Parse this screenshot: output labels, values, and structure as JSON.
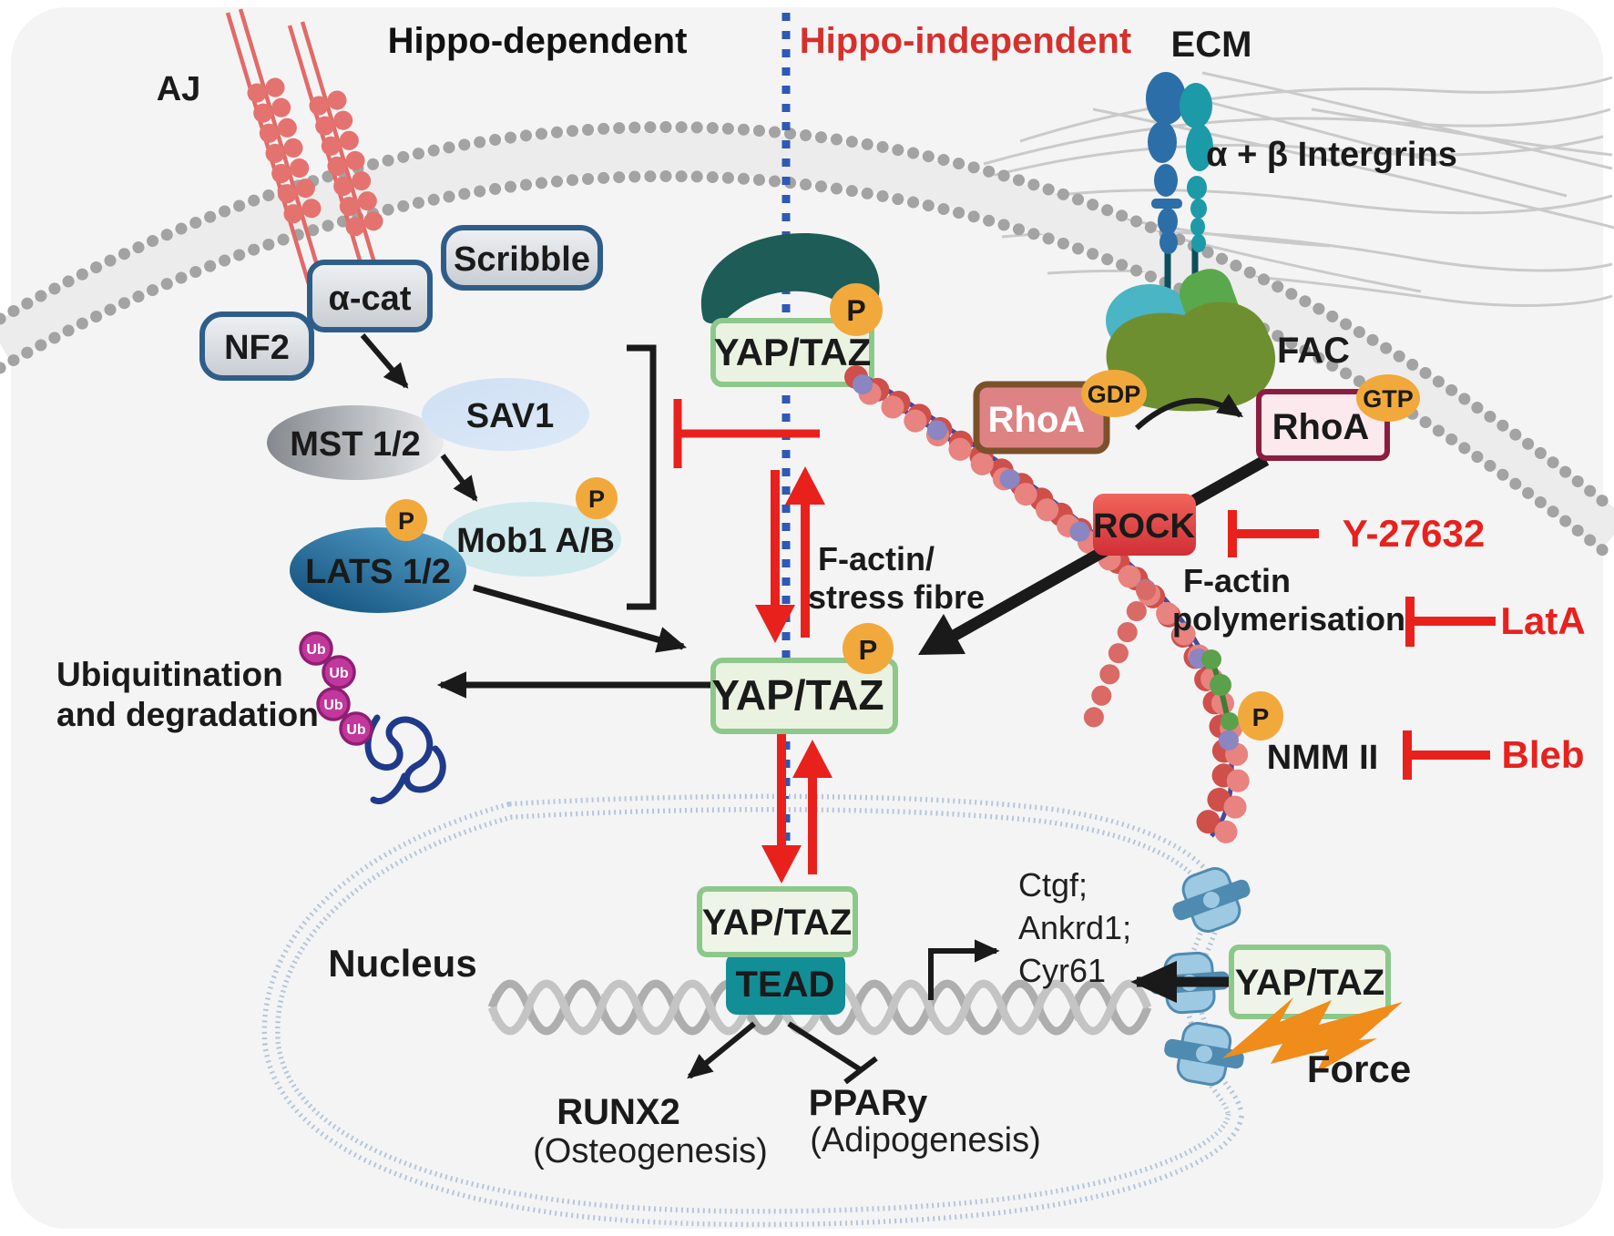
{
  "colors": {
    "background_panel": "#f4f4f5",
    "inhibitor_red": "#e8211d",
    "header_red": "#d6302c",
    "badge_orange": "#f2a93b",
    "yap_box_fill": "#eaf2e2",
    "yap_box_border": "#8dc88b",
    "teal_blob": "#1d5c57",
    "tead_fill": "#128e96",
    "divider_blue": "#2e59b5",
    "ub_magenta": "#c2379b",
    "rock_red": "#d93138",
    "rhoa_gdp_fill": "#dd8383",
    "rhoa_gtp_fill": "#fbe9ee",
    "fac_green": "#6e8f2f",
    "force_orange": "#ef8c1a"
  },
  "header": {
    "left": "Hippo-dependent",
    "right": "Hippo-independent"
  },
  "extracellular": {
    "ecm": "ECM",
    "integrins": "α + β Intergrins",
    "fac": "FAC",
    "aj": "AJ"
  },
  "badges": {
    "p": "P",
    "gdp": "GDP",
    "gtp": "GTP",
    "ub": "Ub"
  },
  "hippo": {
    "nf2": "NF2",
    "acat": "α-cat",
    "scribble": "Scribble",
    "sav1": "SAV1",
    "mst": "MST 1/2",
    "mob1": "Mob1 A/B",
    "lats": "LATS 1/2"
  },
  "yap": {
    "label": "YAP/TAZ"
  },
  "rho": {
    "name": "RhoA",
    "rock": "ROCK"
  },
  "actin": {
    "stress_line1": "F-actin/",
    "stress_line2": "stress fibre",
    "poly_line1": "F-actin",
    "poly_line2": "polymerisation",
    "nmm": "NMM II"
  },
  "inhibitors": {
    "y27632": "Y-27632",
    "lata": "LatA",
    "bleb": "Bleb"
  },
  "degradation": {
    "line1": "Ubiquitination",
    "line2": "and degradation"
  },
  "nucleus": {
    "label": "Nucleus",
    "tead": "TEAD",
    "genes": [
      "Ctgf;",
      "Ankrd1;",
      "Cyr61"
    ],
    "runx2": "RUNX2",
    "runx2_sub": "(Osteogenesis)",
    "ppary": "PPARy",
    "ppary_sub": "(Adipogenesis)",
    "force": "Force"
  }
}
